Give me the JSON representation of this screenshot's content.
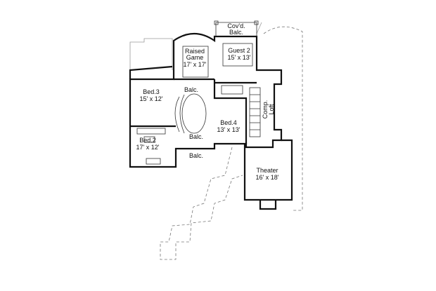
{
  "rooms": {
    "covd_balc": {
      "line1": "Cov'd.",
      "line2": "Balc."
    },
    "raised_game": {
      "line1": "Raised",
      "line2": "Game",
      "size": "17' x 17'"
    },
    "guest2": {
      "name": "Guest 2",
      "size": "15' x 13'"
    },
    "bed3": {
      "name": "Bed.3",
      "size": "15' x 12'"
    },
    "bed2": {
      "name": "Bed.2",
      "size": "17' x 12'"
    },
    "bed4": {
      "name": "Bed.4",
      "size": "13' x 13'"
    },
    "balc_top": {
      "name": "Balc."
    },
    "balc_mid": {
      "name": "Balc."
    },
    "balc_bottom": {
      "name": "Balc."
    },
    "comp_loft": {
      "line1": "Comp.",
      "line2": "Loft"
    },
    "theater": {
      "name": "Theater",
      "size": "16' x 18'"
    }
  }
}
